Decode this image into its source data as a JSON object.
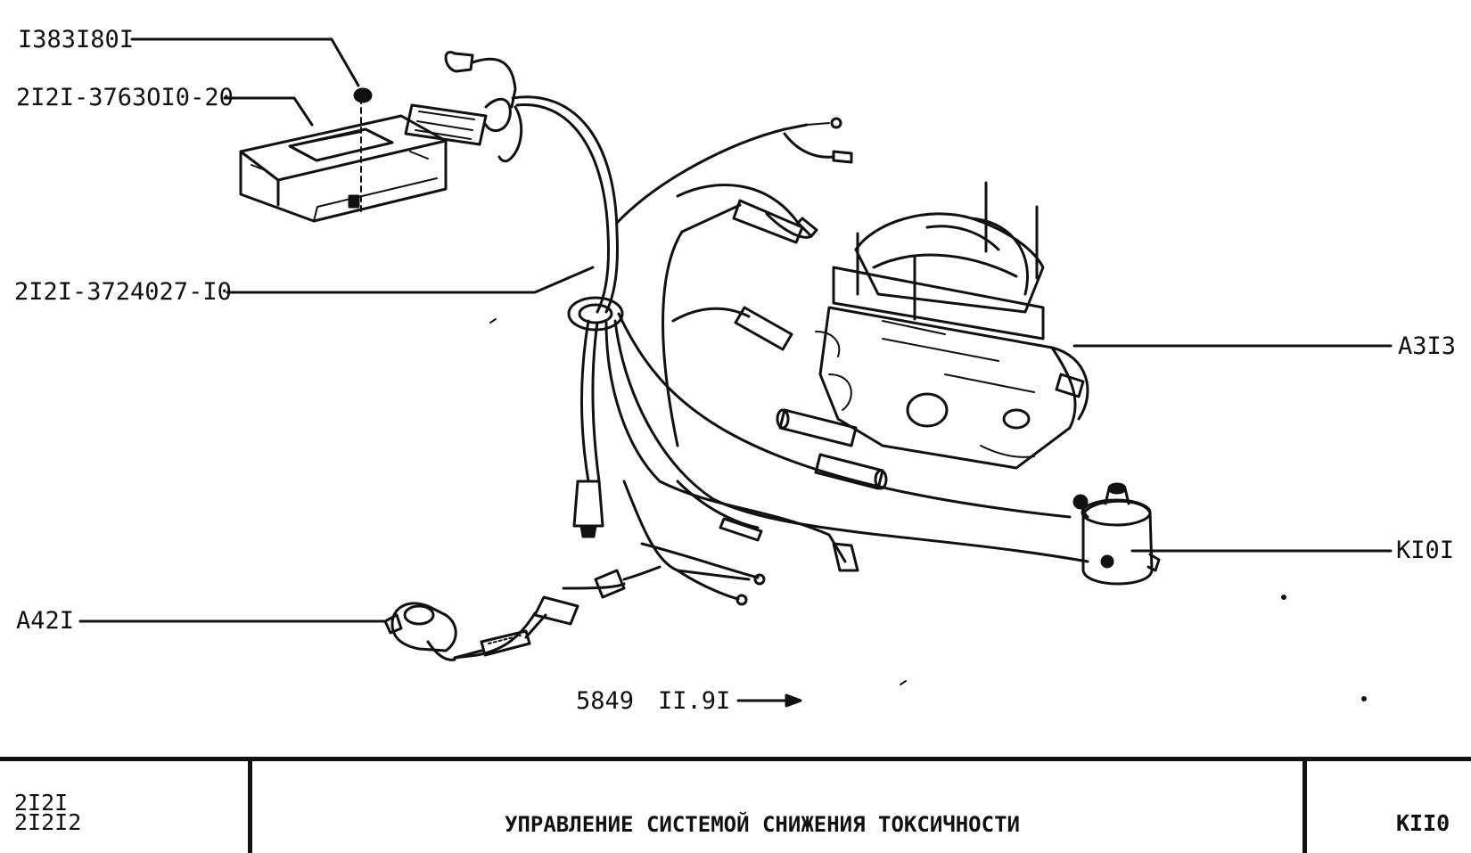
{
  "callouts": {
    "fastener": "I383I80I",
    "control_unit": "2I2I-3763OI0-20",
    "harness": "2I2I-3724027-I0",
    "carburetor": "A3I3",
    "coil": "KI0I",
    "sensor": "A42I"
  },
  "figure_ref": {
    "number": "5849",
    "date": "II.9I"
  },
  "title_block": {
    "models": [
      "2I2I",
      "2I2I2"
    ],
    "title": "УПРАВЛЕНИЕ СИСТЕМОЙ СНИЖЕНИЯ ТОКСИЧНОСТИ",
    "group_code": "KII0"
  }
}
